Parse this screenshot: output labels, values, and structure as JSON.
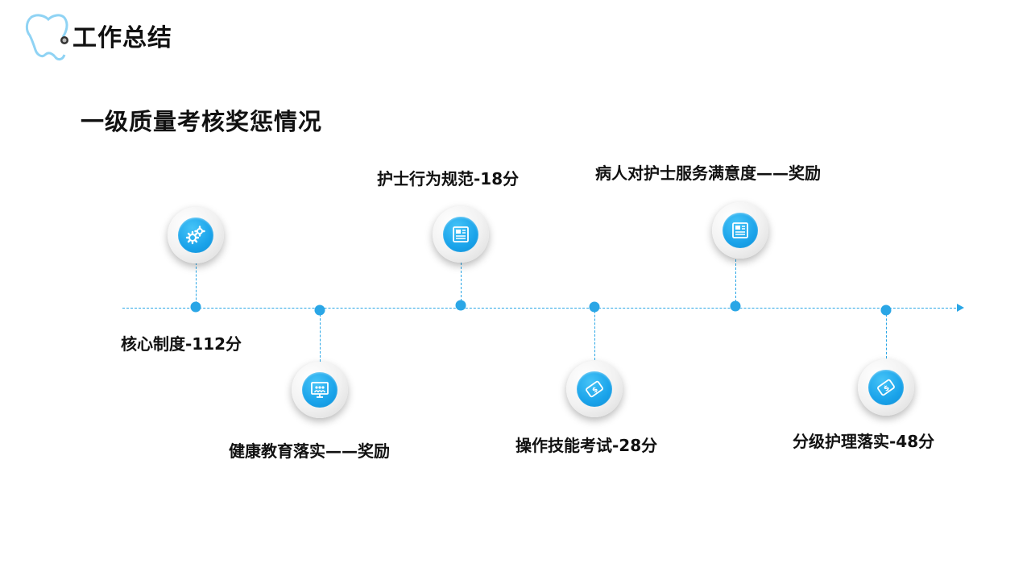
{
  "header": {
    "title": "工作总结",
    "logo_icon": "stethoscope-tooth-icon"
  },
  "section": {
    "title": "一级质量考核奖惩情况"
  },
  "colors": {
    "accent": "#2aa6e6"
  },
  "timeline": {
    "items": [
      {
        "label": "核心制度-112分",
        "icon": "gears-icon"
      },
      {
        "label": "健康教育落实——奖励",
        "icon": "presentation-board-icon"
      },
      {
        "label": "护士行为规范-18分",
        "icon": "newspaper-icon"
      },
      {
        "label": "操作技能考试-28分",
        "icon": "money-bill-icon"
      },
      {
        "label": "病人对护士服务满意度——奖励",
        "icon": "newspaper-icon"
      },
      {
        "label": "分级护理落实-48分",
        "icon": "money-bill-icon"
      }
    ]
  }
}
